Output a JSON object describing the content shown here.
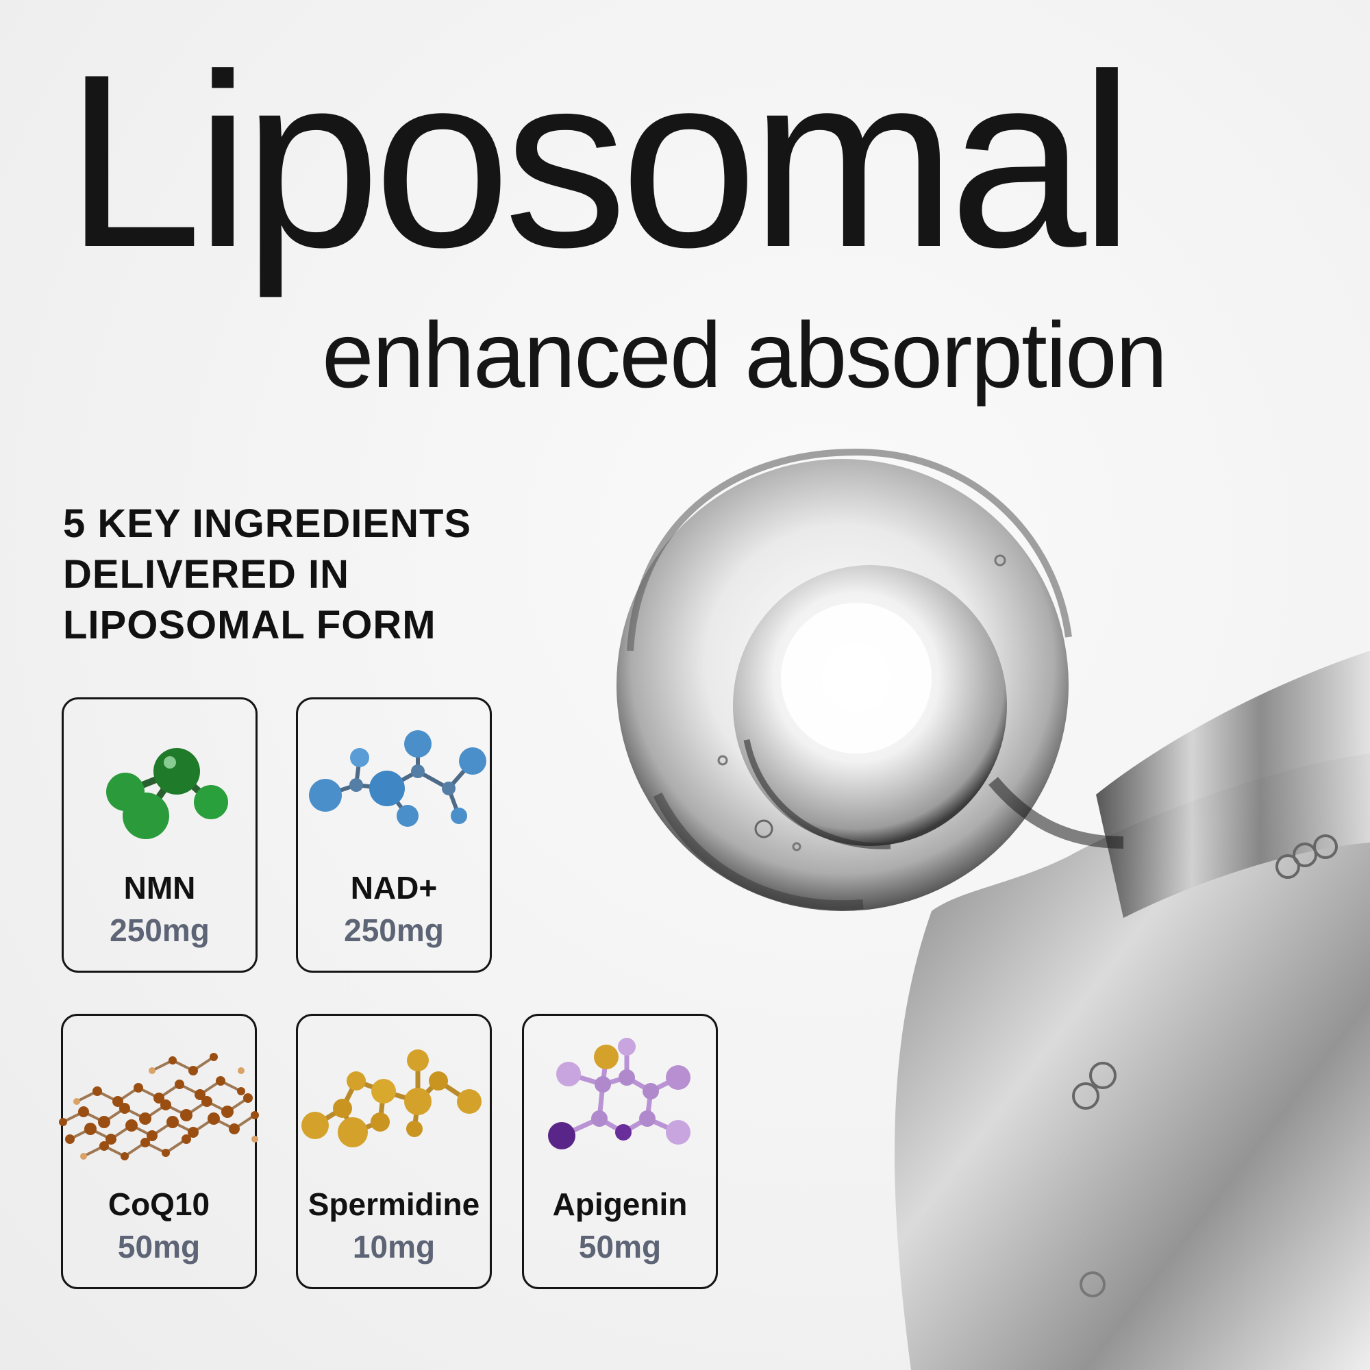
{
  "headline": "Liposomal",
  "subheadline": "enhanced absorption",
  "intro_lines": [
    "5 KEY INGREDIENTS",
    "DELIVERED IN",
    "LIPOSOMAL FORM"
  ],
  "ingredients": [
    {
      "name": "NMN",
      "dose": "250mg",
      "color": "#1e8a2e",
      "icon": "green-molecule-icon"
    },
    {
      "name": "NAD+",
      "dose": "250mg",
      "color": "#4a8fc9",
      "icon": "blue-molecule-icon"
    },
    {
      "name": "CoQ10",
      "dose": "50mg",
      "color": "#8a4a12",
      "icon": "brown-molecule-icon"
    },
    {
      "name": "Spermidine",
      "dose": "10mg",
      "color": "#d4a22a",
      "icon": "gold-molecule-icon"
    },
    {
      "name": "Apigenin",
      "dose": "50mg",
      "color": "#b088cc",
      "icon": "purple-molecule-icon"
    }
  ],
  "colors": {
    "text": "#111111",
    "dose": "#5d6475",
    "border": "#151515"
  }
}
